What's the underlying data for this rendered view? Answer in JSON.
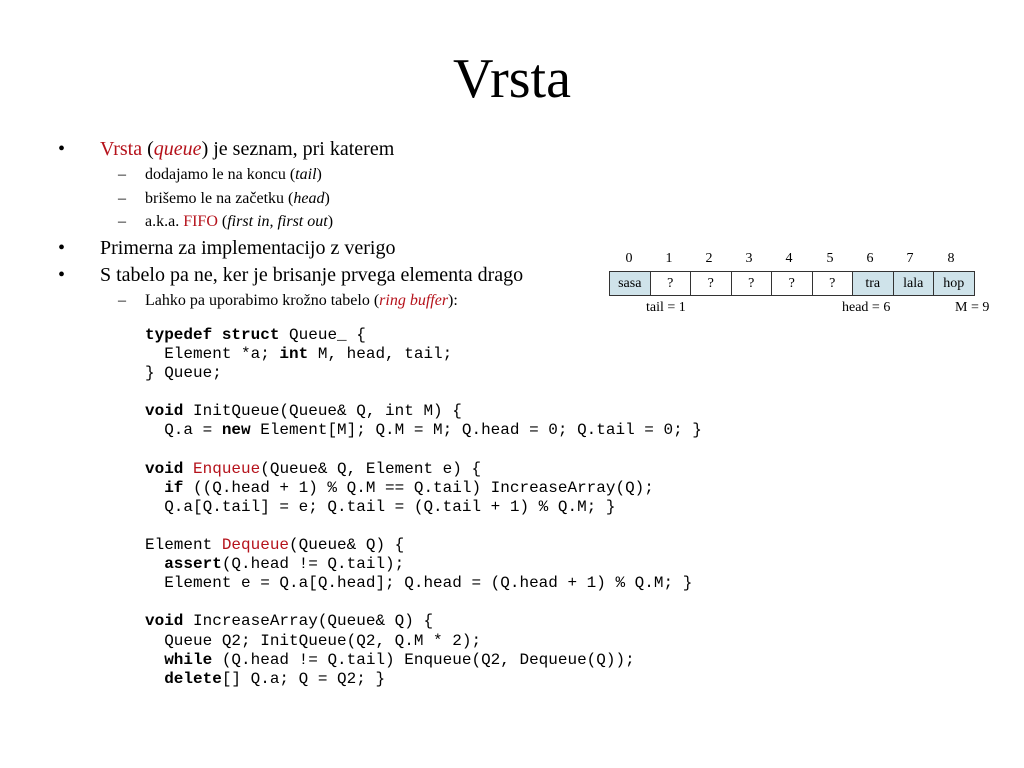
{
  "slide": {
    "title": "Vrsta",
    "bullets": {
      "b1": {
        "term": "Vrsta",
        "open": " (",
        "term_en": "queue",
        "close": ") je seznam, pri katerem"
      },
      "b1_sub1": {
        "text": "dodajamo le na koncu (",
        "em": "tail",
        "close": ")"
      },
      "b1_sub2": {
        "text": "brišemo le na začetku (",
        "em": "head",
        "close": ")"
      },
      "b1_sub3": {
        "pre": "a.k.a. ",
        "fifo": "FIFO",
        "open": " (",
        "em": "first in, first out",
        "close": ")"
      },
      "b2": "Primerna za implementacijo z verigo",
      "b3": "S tabelo pa ne, ker je brisanje prvega elementa drago",
      "b3_sub1": {
        "text": "Lahko pa uporabimo krožno tabelo (",
        "em": "ring buffer",
        "close": "):"
      }
    },
    "bullet_char": "•",
    "dash_char": "–"
  },
  "code": {
    "l1": {
      "kw1": "typedef",
      "kw2": "struct",
      "rest": " Queue_ {"
    },
    "l2": {
      "a": "  Element *a; ",
      "kw": "int",
      "b": " M, head, tail;"
    },
    "l3": "} Queue;",
    "l5": {
      "kw": "void",
      "rest": " InitQueue(Queue& Q, int M) {"
    },
    "l6": {
      "a": "  Q.a = ",
      "kw": "new",
      "b": " Element[M]; Q.M = M; Q.head = 0; Q.tail = 0; }"
    },
    "l8": {
      "kw": "void",
      "sp": " ",
      "fn": "Enqueue",
      "rest": "(Queue& Q, Element e) {"
    },
    "l9": {
      "a": "  ",
      "kw": "if",
      "b": " ((Q.head + 1) % Q.M == Q.tail) IncreaseArray(Q);"
    },
    "l10": "  Q.a[Q.tail] = e; Q.tail = (Q.tail + 1) % Q.M; }",
    "l12": {
      "a": "Element ",
      "fn": "Dequeue",
      "rest": "(Queue& Q) {"
    },
    "l13": {
      "a": "  ",
      "kw": "assert",
      "b": "(Q.head != Q.tail);"
    },
    "l14": "  Element e = Q.a[Q.head]; Q.head = (Q.head + 1) % Q.M; }",
    "l16": {
      "kw": "void",
      "rest": " IncreaseArray(Queue& Q) {"
    },
    "l17": "  Queue Q2; InitQueue(Q2, Q.M * 2);",
    "l18": {
      "a": "  ",
      "kw": "while",
      "b": " (Q.head != Q.tail) Enqueue(Q2, Dequeue(Q));"
    },
    "l19": {
      "a": "  ",
      "kw": "delete",
      "b": "[] Q.a; Q = Q2; }"
    }
  },
  "ring_buffer": {
    "indices": [
      "0",
      "1",
      "2",
      "3",
      "4",
      "5",
      "6",
      "7",
      "8"
    ],
    "cells": [
      "sasa",
      "?",
      "?",
      "?",
      "?",
      "?",
      "tra",
      "lala",
      "hop"
    ],
    "filled_color": "#cfe3ea",
    "tail_label": "tail = 1",
    "head_label": "head = 6",
    "m_label": "M = 9"
  },
  "colors": {
    "accent": "#b5121b"
  }
}
